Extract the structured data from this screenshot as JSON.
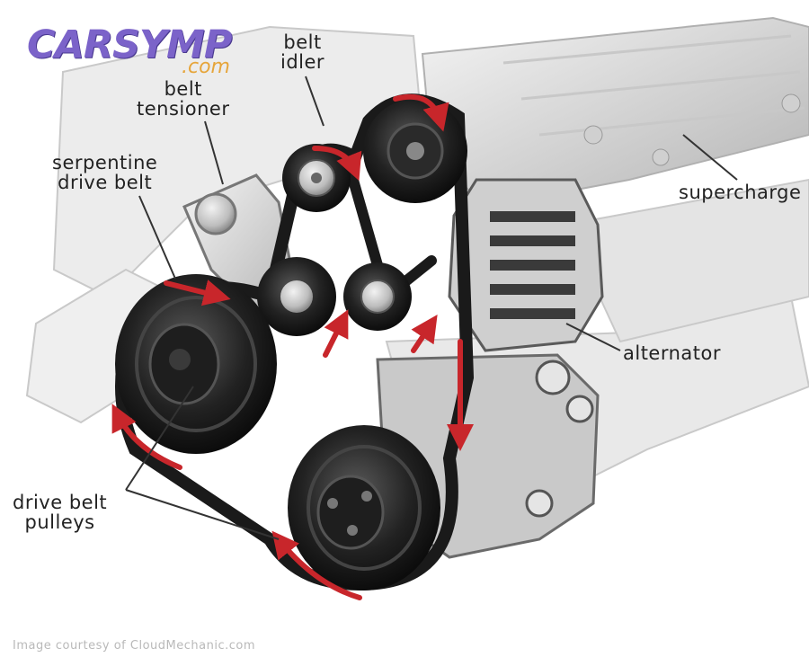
{
  "logo": {
    "brand": "CARSYMP",
    "suffix": ".com"
  },
  "labels": {
    "belt_idler": [
      "belt",
      "idler"
    ],
    "belt_tensioner": [
      "belt",
      "tensioner"
    ],
    "serpentine_drive_belt": [
      "serpentine",
      "drive belt"
    ],
    "supercharger": "supercharge",
    "alternator": "alternator",
    "drive_belt_pulleys": [
      "drive belt",
      "pulleys"
    ]
  },
  "credit": "Image courtesy of CloudMechanic.com",
  "colors": {
    "arrow_red": "#c8262b",
    "belt_black": "#1a1a1a",
    "engine_gray": "#d7d7d7",
    "logo_purple": "#7b63c9",
    "logo_orange": "#e6a53a"
  }
}
